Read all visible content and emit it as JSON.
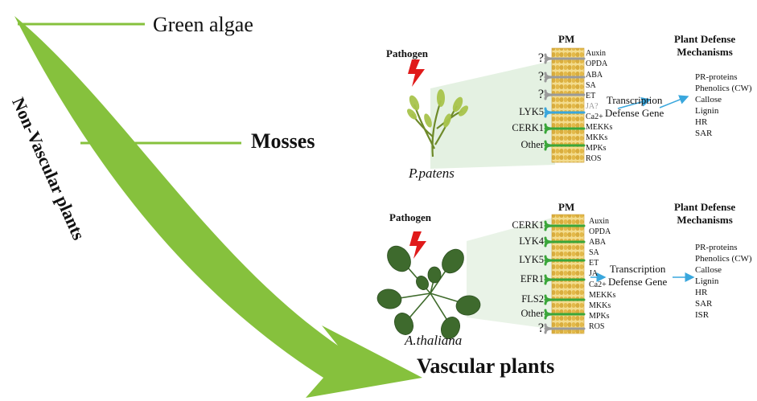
{
  "lineage": {
    "green_algae": "Green algae",
    "mosses": "Mosses",
    "non_vascular": "Non-Vascular plants",
    "vascular": "Vascular plants"
  },
  "moss_panel": {
    "pathogen": "Pathogen",
    "pm": "PM",
    "species": "P.patens",
    "receptors": [
      "?",
      "?",
      "?",
      "LYK5",
      "CERK1",
      "Other"
    ],
    "signals": [
      "Auxin",
      "OPDA",
      "ABA",
      "SA",
      "ET",
      "JA?",
      "Ca2+",
      "MEKKs",
      "MKKs",
      "MPKs",
      "ROS"
    ],
    "transcription": [
      "Transcription",
      "Defense Gene"
    ],
    "defense_title": [
      "Plant Defense",
      "Mechanisms"
    ],
    "mechanisms": [
      "PR-proteins",
      "Phenolics (CW)",
      "Callose",
      "Lignin",
      "HR",
      "SAR"
    ]
  },
  "arabidopsis_panel": {
    "pathogen": "Pathogen",
    "pm": "PM",
    "species": "A.thaliana",
    "receptors": [
      "CERK1",
      "LYK4",
      "LYK5",
      "EFR1",
      "FLS2",
      "Other",
      "?"
    ],
    "signals": [
      "Auxin",
      "OPDA",
      "ABA",
      "SA",
      "ET",
      "JA",
      "Ca2+",
      "MEKKs",
      "MKKs",
      "MPKs",
      "ROS"
    ],
    "transcription": [
      "Transcription",
      "Defense Gene"
    ],
    "defense_title": [
      "Plant Defense",
      "Mechanisms"
    ],
    "mechanisms": [
      "PR-proteins",
      "Phenolics (CW)",
      "Callose",
      "Lignin",
      "HR",
      "SAR",
      "ISR"
    ]
  },
  "colors": {
    "arrow_green": "#86c13d",
    "membrane": "#e8c96a",
    "receptor_green": "#3aa63a",
    "receptor_blue": "#3aa7dd",
    "unknown_gray": "#9a9a9a",
    "pathogen_red": "#e01a1a",
    "pointer_blue": "#3aa7dd"
  }
}
